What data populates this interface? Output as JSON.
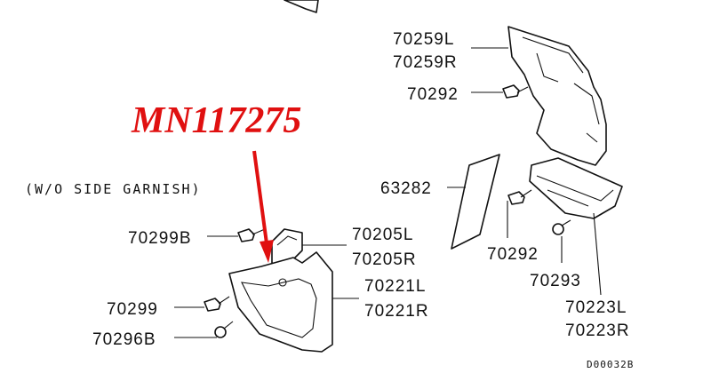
{
  "highlight": {
    "part_number": "MN117275",
    "color": "#e01010"
  },
  "note": "(W/O SIDE GARNISH)",
  "diagram_code": "D00032B",
  "labels": {
    "p70259L": "70259L",
    "p70259R": "70259R",
    "p70292_top": "70292",
    "p63282": "63282",
    "p70292_mid": "70292",
    "p70293": "70293",
    "p70223L": "70223L",
    "p70223R": "70223R",
    "p70299B": "70299B",
    "p70205L": "70205L",
    "p70205R": "70205R",
    "p70221L": "70221L",
    "p70221R": "70221R",
    "p70299": "70299",
    "p70296B": "70296B"
  }
}
